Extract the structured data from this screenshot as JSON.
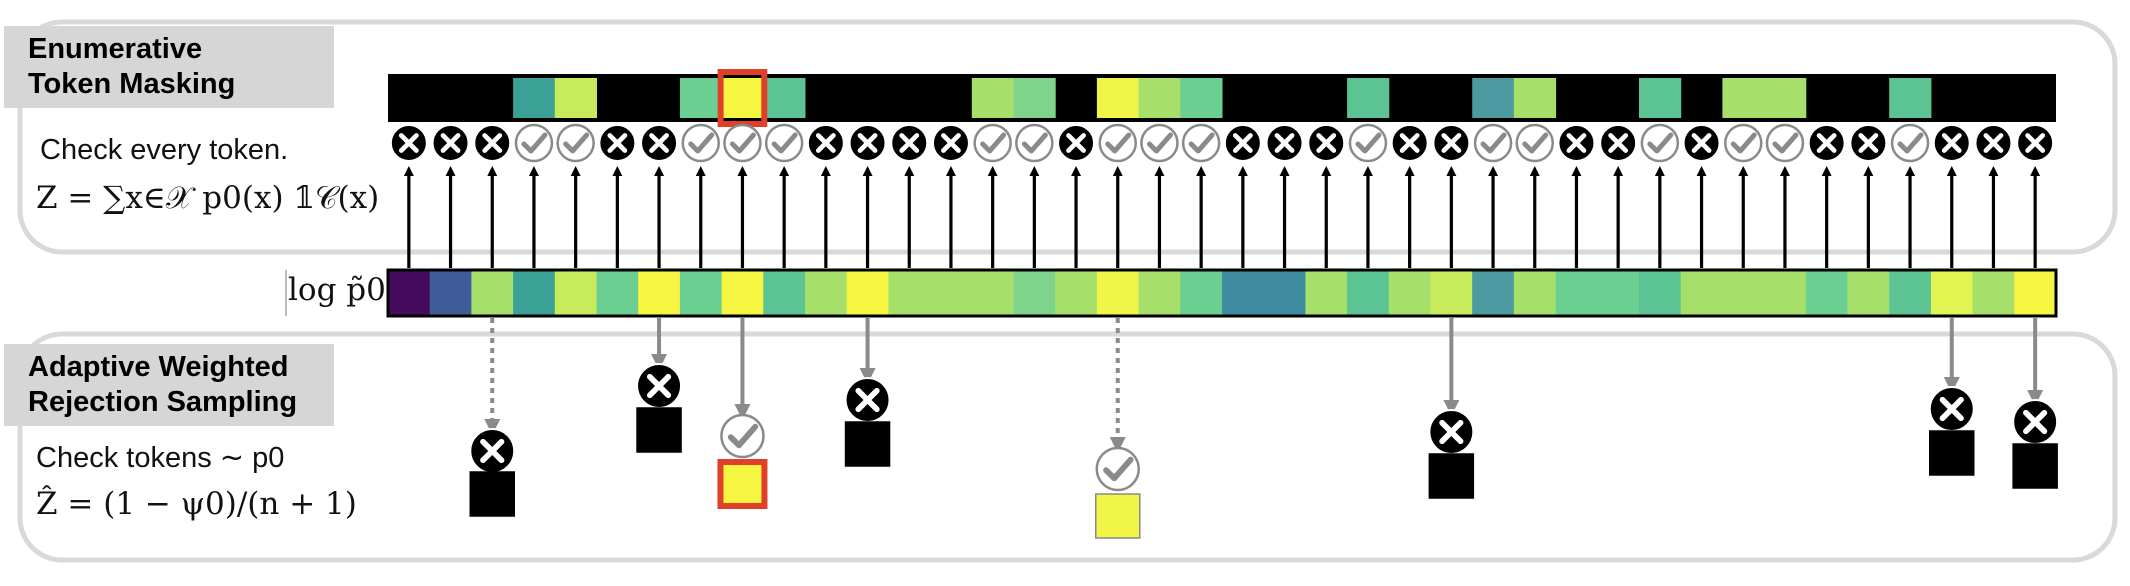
{
  "top_panel": {
    "title_line1": "Enumerative",
    "title_line2": "Token Masking",
    "desc": "Check every token.",
    "formula": "Z = ∑x∈𝒳 p0(x) 𝟙𝒞(x)"
  },
  "bottom_panel": {
    "title_line1": "Adaptive Weighted",
    "title_line2": "Rejection Sampling",
    "desc": "Check tokens ∼ p0",
    "formula": "Ẑ = (1 − ψ0)/(n + 1)"
  },
  "logit_label": "log p̃0",
  "colors": {
    "reject": "#000000",
    "highlight_border": "#e0402a",
    "arrow_gray": "#8a8a8a",
    "panel_border": "#d9d9d9"
  },
  "tokens": [
    {
      "color": "#450b5c",
      "allowed": false
    },
    {
      "color": "#3f5c99",
      "allowed": false
    },
    {
      "color": "#a6e06a",
      "allowed": false
    },
    {
      "color": "#3ba096",
      "allowed": true
    },
    {
      "color": "#c6ec5c",
      "allowed": true
    },
    {
      "color": "#6ccf92",
      "allowed": false
    },
    {
      "color": "#f5f542",
      "allowed": false
    },
    {
      "color": "#6ccf92",
      "allowed": true
    },
    {
      "color": "#f5f542",
      "allowed": true
    },
    {
      "color": "#5cc493",
      "allowed": true
    },
    {
      "color": "#a6e06a",
      "allowed": false
    },
    {
      "color": "#f5f542",
      "allowed": false
    },
    {
      "color": "#a6e06a",
      "allowed": false
    },
    {
      "color": "#a6e06a",
      "allowed": false
    },
    {
      "color": "#a6e06a",
      "allowed": true
    },
    {
      "color": "#7fd48c",
      "allowed": true
    },
    {
      "color": "#a6e06a",
      "allowed": false
    },
    {
      "color": "#f0f548",
      "allowed": true
    },
    {
      "color": "#a6e06a",
      "allowed": true
    },
    {
      "color": "#6ccf92",
      "allowed": true
    },
    {
      "color": "#3f8ca0",
      "allowed": false
    },
    {
      "color": "#3f8ca0",
      "allowed": false
    },
    {
      "color": "#a6e06a",
      "allowed": false
    },
    {
      "color": "#5cc493",
      "allowed": true
    },
    {
      "color": "#a6e06a",
      "allowed": false
    },
    {
      "color": "#c6ec5c",
      "allowed": false
    },
    {
      "color": "#4a9aa0",
      "allowed": true
    },
    {
      "color": "#a6e06a",
      "allowed": true
    },
    {
      "color": "#6ccf92",
      "allowed": false
    },
    {
      "color": "#6ccf92",
      "allowed": false
    },
    {
      "color": "#5cc493",
      "allowed": true
    },
    {
      "color": "#a6e06a",
      "allowed": false
    },
    {
      "color": "#a6e06a",
      "allowed": true
    },
    {
      "color": "#a6e06a",
      "allowed": true
    },
    {
      "color": "#6ccf92",
      "allowed": false
    },
    {
      "color": "#a6e06a",
      "allowed": false
    },
    {
      "color": "#5cc493",
      "allowed": true
    },
    {
      "color": "#e0f552",
      "allowed": false
    },
    {
      "color": "#a6e06a",
      "allowed": false
    },
    {
      "color": "#f5f542",
      "allowed": false
    }
  ],
  "highlight_token": 8,
  "samples": [
    {
      "token": 2,
      "dotted": true,
      "accepted": false
    },
    {
      "token": 6,
      "dotted": false,
      "accepted": false
    },
    {
      "token": 8,
      "dotted": false,
      "accepted": true,
      "highlight": true
    },
    {
      "token": 11,
      "dotted": false,
      "accepted": false
    },
    {
      "token": 17,
      "dotted": true,
      "accepted": true
    },
    {
      "token": 25,
      "dotted": false,
      "accepted": false
    },
    {
      "token": 37,
      "dotted": false,
      "accepted": false
    },
    {
      "token": 39,
      "dotted": false,
      "accepted": false
    }
  ]
}
